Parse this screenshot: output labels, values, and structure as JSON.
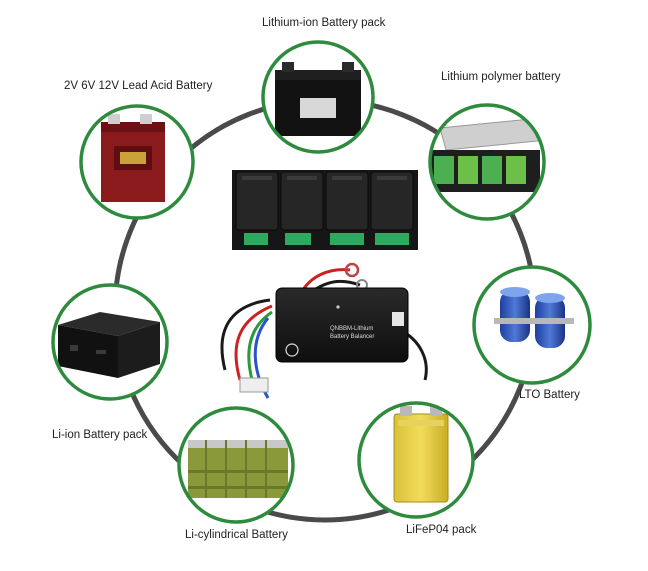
{
  "labels": {
    "lithium_ion_pack": "Lithium-ion Battery pack",
    "lead_acid": "2V 6V 12V Lead Acid Battery",
    "lithium_polymer": "Lithium polymer battery",
    "lto": "LTO Battery",
    "li_ion_pack": "Li-ion Battery pack",
    "lifepo4": "LiFeP04 pack",
    "li_cylindrical": "Li-cylindrical Battery"
  },
  "product": {
    "name_line1": "QNBBM-Lithium",
    "name_line2": "Battery Balancer"
  },
  "colors": {
    "ring": "#4a4a4a",
    "circle_border": "#2e8b3e",
    "module": "#1a1a1a",
    "terminal": "#2fa860"
  }
}
